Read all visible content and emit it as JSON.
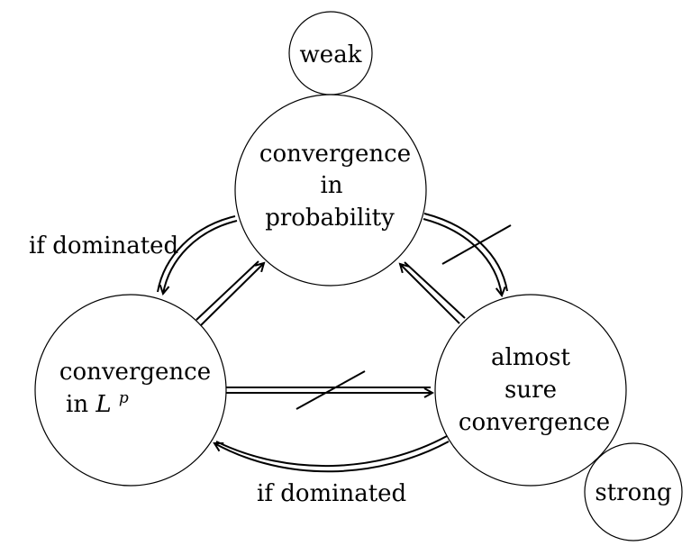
{
  "nodes": {
    "weak": {
      "label": "weak"
    },
    "probability": {
      "lines": [
        "convergence",
        "in",
        "probability"
      ]
    },
    "lp": {
      "line1": "convergence",
      "line2_prefix": "in ",
      "line2_math": "L",
      "line2_sup": "p"
    },
    "almost_sure": {
      "lines": [
        "almost",
        "sure",
        "convergence"
      ]
    },
    "strong": {
      "label": "strong"
    }
  },
  "edge_labels": {
    "prob_to_lp": "if dominated",
    "as_to_lp": "if dominated"
  }
}
